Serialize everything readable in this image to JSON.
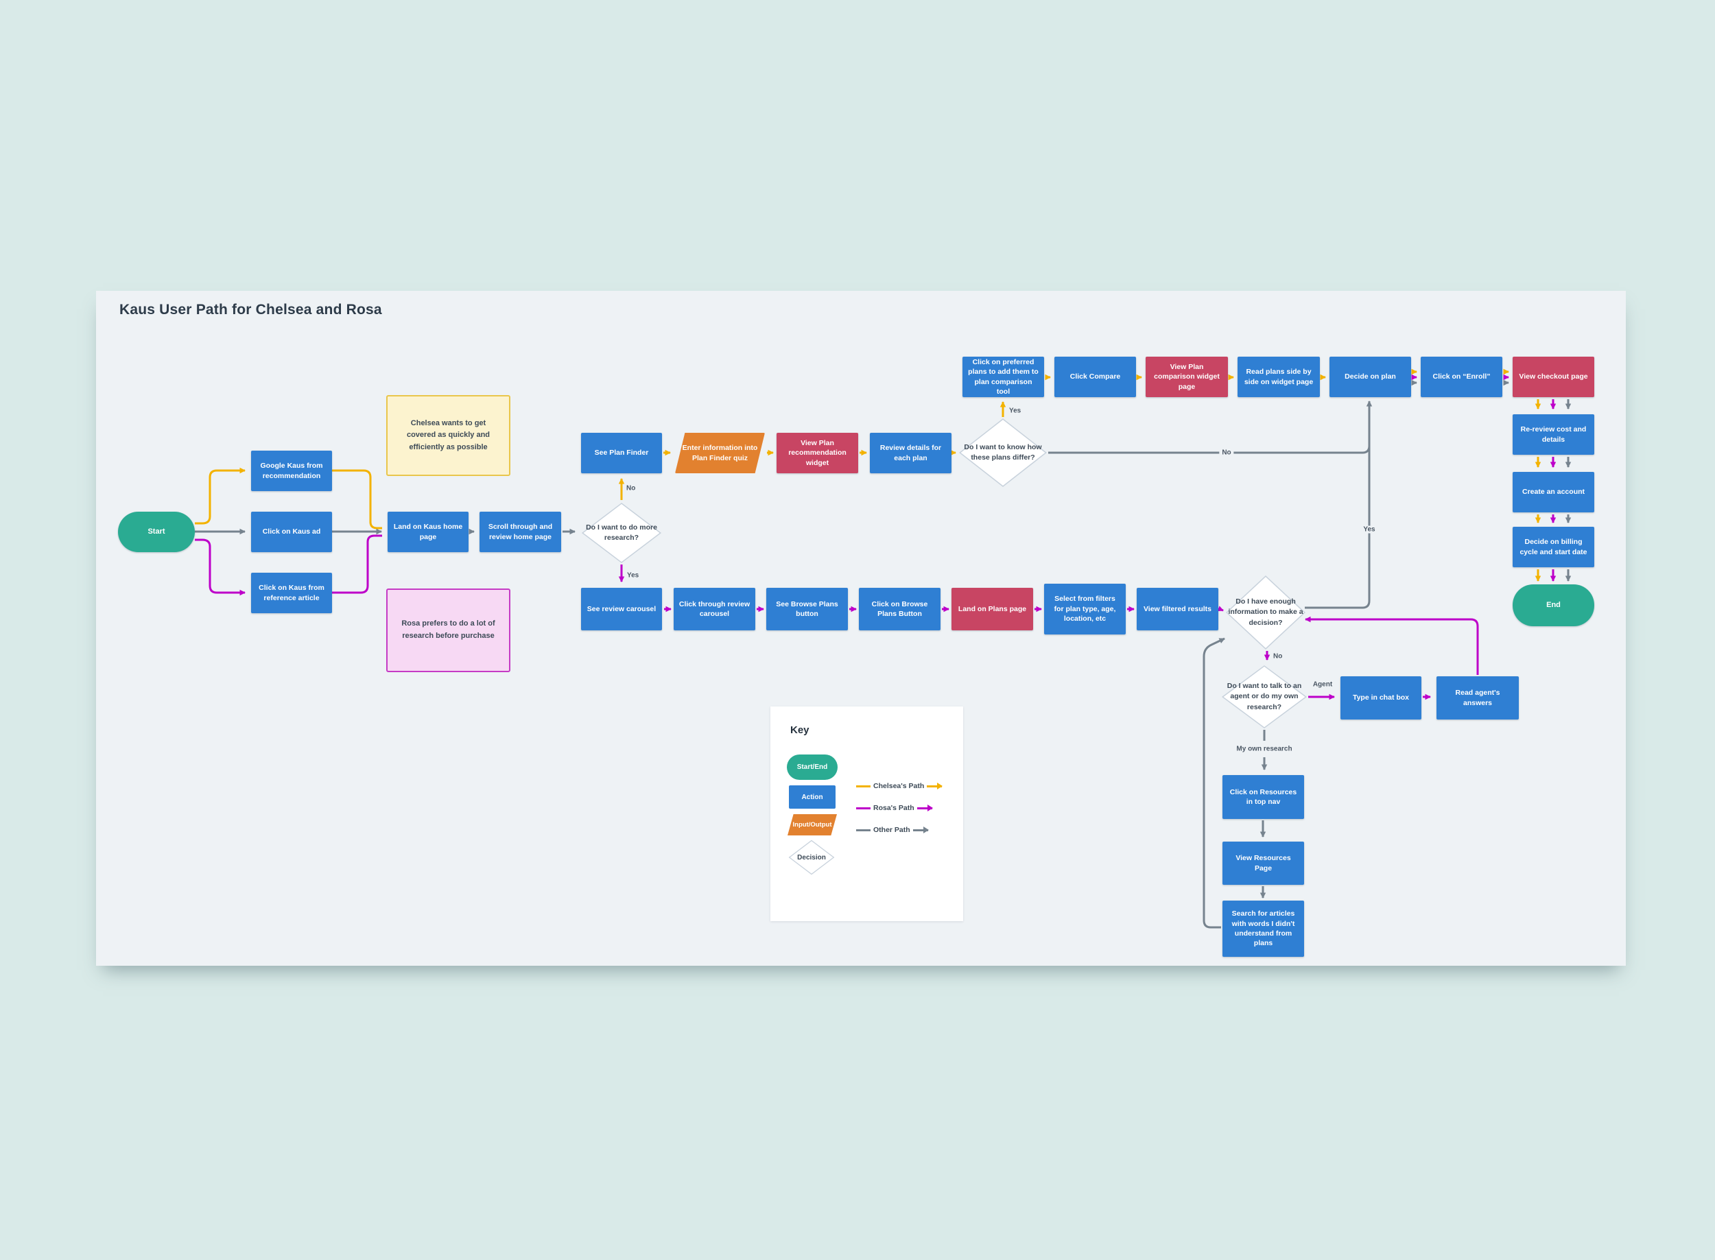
{
  "title": "Kaus User Path for Chelsea and Rosa",
  "colors": {
    "background": "#d9eae8",
    "canvas": "#eef2f5",
    "blue": "#2f7fd3",
    "red": "#c84563",
    "orange": "#e2812f",
    "teal": "#2aab92",
    "yellow": "#f3b200",
    "magenta": "#bd00c9",
    "gray": "#76838e",
    "note_yellow_bg": "#fcf3cf",
    "note_yellow_border": "#e9c64b",
    "note_pink_bg": "#f7d9f4",
    "note_pink_border": "#c53bc5",
    "diamond_border": "#c8d2dc",
    "text_dark": "#3d4a57",
    "title_color": "#2d3b49",
    "label_color": "#4a5663"
  },
  "nodes": {
    "start": {
      "label": "Start",
      "type": "start_end"
    },
    "google_kaus": {
      "label": "Google Kaus from recommendation",
      "type": "action"
    },
    "click_ad": {
      "label": "Click on Kaus ad",
      "type": "action"
    },
    "click_ref": {
      "label": "Click on Kaus from reference article",
      "type": "action"
    },
    "note_chelsea": {
      "label": "Chelsea wants to get covered as quickly and efficiently as possible",
      "type": "note"
    },
    "note_rosa": {
      "label": "Rosa prefers to do a lot of research before purchase",
      "type": "note"
    },
    "land_home": {
      "label": "Land on Kaus home page",
      "type": "action"
    },
    "scroll_home": {
      "label": "Scroll through and review home page",
      "type": "action"
    },
    "d_more_research": {
      "label": "Do I want to do more research?",
      "type": "decision"
    },
    "see_plan_finder": {
      "label": "See Plan Finder",
      "type": "action"
    },
    "enter_quiz": {
      "label": "Enter information into Plan Finder quiz",
      "type": "input_output"
    },
    "view_plan_widget": {
      "label": "View Plan recommendation widget",
      "type": "action_red"
    },
    "review_details": {
      "label": "Review details for each plan",
      "type": "action"
    },
    "d_plans_differ": {
      "label": "Do I want to know how these plans differ?",
      "type": "decision"
    },
    "pref_plans": {
      "label": "Click on preferred plans to add them to plan comparison tool",
      "type": "action"
    },
    "click_compare": {
      "label": "Click Compare",
      "type": "action"
    },
    "view_comparison": {
      "label": "View Plan comparison widget page",
      "type": "action_red"
    },
    "read_side_by_side": {
      "label": "Read plans side by side on widget page",
      "type": "action"
    },
    "decide_plan": {
      "label": "Decide on plan",
      "type": "action"
    },
    "click_enroll": {
      "label": "Click on “Enroll”",
      "type": "action"
    },
    "view_checkout": {
      "label": "View checkout page",
      "type": "action_red"
    },
    "re_review": {
      "label": "Re-review cost and details",
      "type": "action"
    },
    "create_account": {
      "label": "Create an account",
      "type": "action"
    },
    "billing_cycle": {
      "label": "Decide on billing cycle and start date",
      "type": "action"
    },
    "end": {
      "label": "End",
      "type": "start_end"
    },
    "see_carousel": {
      "label": "See review carousel",
      "type": "action"
    },
    "click_carousel": {
      "label": "Click through review carousel",
      "type": "action"
    },
    "see_browse": {
      "label": "See Browse Plans button",
      "type": "action"
    },
    "click_browse": {
      "label": "Click on Browse Plans Button",
      "type": "action"
    },
    "land_plans": {
      "label": "Land on Plans page",
      "type": "action_red"
    },
    "select_filters": {
      "label": "Select from filters for plan type, age, location, etc",
      "type": "action"
    },
    "view_filtered": {
      "label": "View filtered results",
      "type": "action"
    },
    "d_enough_info": {
      "label": "Do I have enough information to make a decision?",
      "type": "decision"
    },
    "d_agent_research": {
      "label": "Do I want to talk to an agent or do my own research?",
      "type": "decision"
    },
    "type_chat": {
      "label": "Type in chat box",
      "type": "action"
    },
    "read_answers": {
      "label": "Read agent's answers",
      "type": "action"
    },
    "click_resources": {
      "label": "Click on Resources in top nav",
      "type": "action"
    },
    "view_resources": {
      "label": "View Resources Page",
      "type": "action"
    },
    "search_articles": {
      "label": "Search for articles with words I didn't understand from plans",
      "type": "action"
    }
  },
  "edge_labels": {
    "d1_no": "No",
    "d1_yes": "Yes",
    "d2_yes": "Yes",
    "d2_no": "No",
    "d3_yes": "Yes",
    "d3_no": "No",
    "d4_agent": "Agent",
    "d4_own": "My own research"
  },
  "key": {
    "title": "Key",
    "start_end": "Start/End",
    "action": "Action",
    "input_output": "Input/Output",
    "decision": "Decision",
    "chelsea_path": "Chelsea's Path",
    "rosa_path": "Rosa's Path",
    "other_path": "Other Path"
  }
}
